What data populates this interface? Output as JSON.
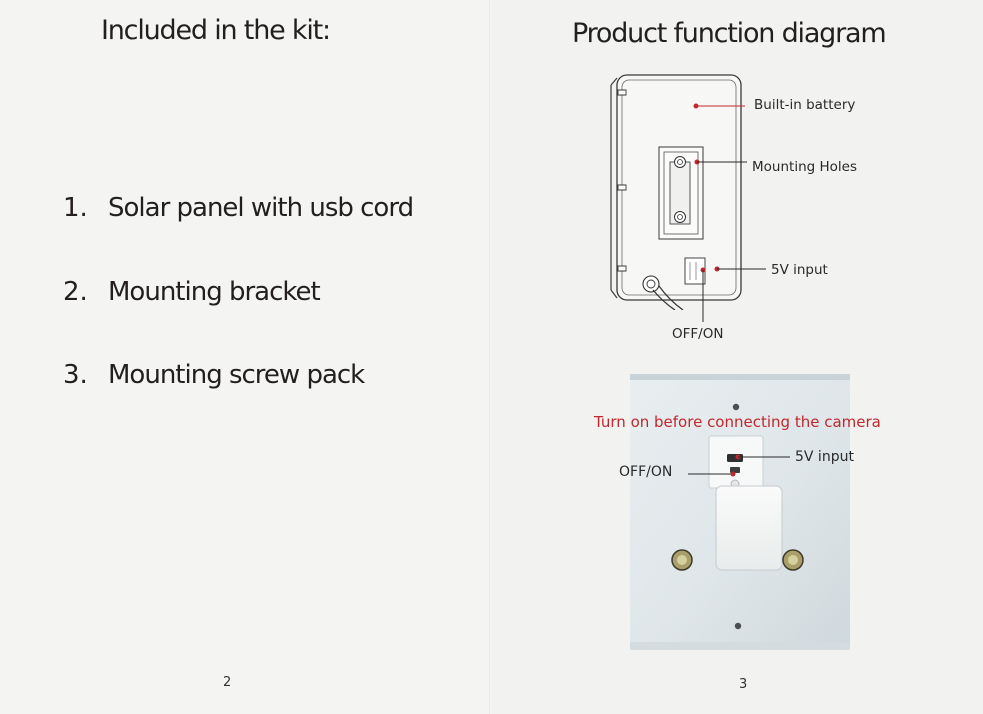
{
  "left_page": {
    "title": "Included in the kit:",
    "items": [
      {
        "number": "1.",
        "label": "Solar panel with usb cord"
      },
      {
        "number": "2.",
        "label": "Mounting bracket"
      },
      {
        "number": "3.",
        "label": "Mounting screw pack"
      }
    ],
    "page_number": "2"
  },
  "right_page": {
    "title": "Product function diagram",
    "diagram_labels": {
      "battery": "Built-in battery",
      "mounting_holes": "Mounting Holes",
      "input": "5V input",
      "switch": "OFF/ON"
    },
    "photo": {
      "warning": "Turn on before connecting the camera",
      "input": "5V input",
      "switch": "OFF/ON"
    },
    "page_number": "3"
  },
  "colors": {
    "text": "#231f20",
    "accent_red": "#c0282d",
    "leader_line": "#2a2a2a",
    "paper": "#f3f3f1"
  }
}
